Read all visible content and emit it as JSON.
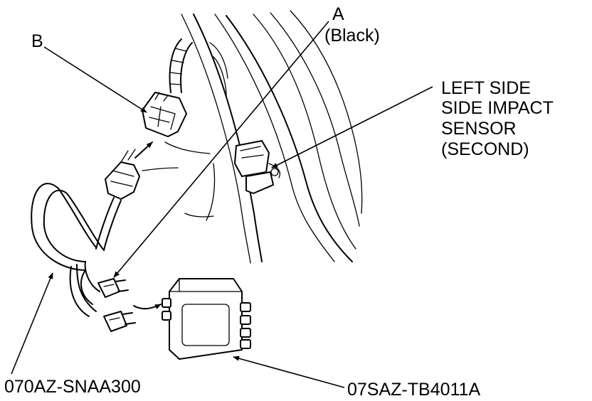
{
  "labels": {
    "a_letter": "A",
    "a_color": "(Black)",
    "b_letter": "B",
    "sensor_line1": "LEFT SIDE",
    "sensor_line2": "SIDE IMPACT",
    "sensor_line3": "SENSOR",
    "sensor_line4": "(SECOND)",
    "harness_part_number": "070AZ-SNAA300",
    "tester_part_number": "07SAZ-TB4011A"
  },
  "colors": {
    "line": "#000000",
    "background": "#ffffff"
  }
}
